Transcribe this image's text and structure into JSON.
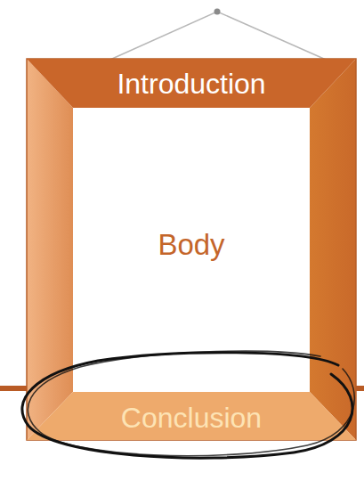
{
  "diagram": {
    "nodes": [
      {
        "text": [
          "Introduction"
        ]
      },
      {
        "text": [
          "Body"
        ]
      },
      {
        "text": [
          "Conclusion"
        ]
      }
    ]
  }
}
